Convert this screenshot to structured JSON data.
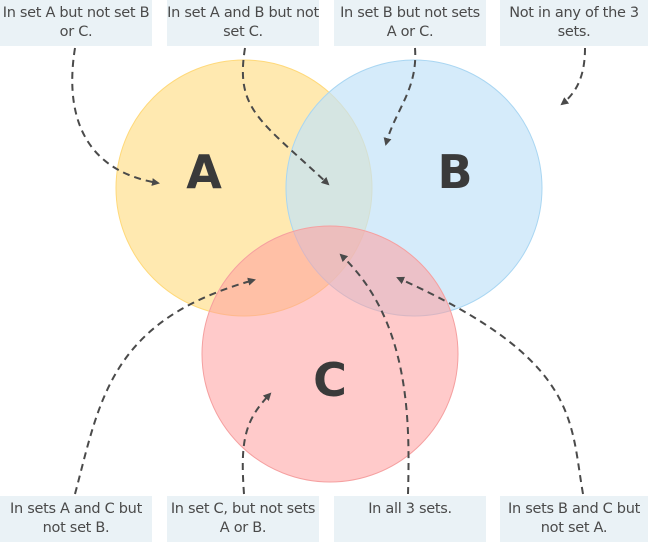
{
  "sets": {
    "a": {
      "label": "A",
      "color": "#FFE8B0",
      "stroke": "#FFD97A"
    },
    "b": {
      "label": "B",
      "color": "#D6ECFA",
      "stroke": "#A9D6F2"
    },
    "c": {
      "label": "C",
      "color": "#FFC8C8",
      "stroke": "#F5A0A0"
    }
  },
  "callouts": {
    "only_a": "In set A but not set B or C.",
    "a_and_b": "In set A and B but not set C.",
    "only_b": "In set B but not sets A or C.",
    "none": "Not in any of the 3 sets.",
    "a_and_c": "In sets A and C but not set B.",
    "only_c": "In set C, but not sets A or B.",
    "all": "In all 3 sets.",
    "b_and_c": "In sets B and C but not set A."
  }
}
